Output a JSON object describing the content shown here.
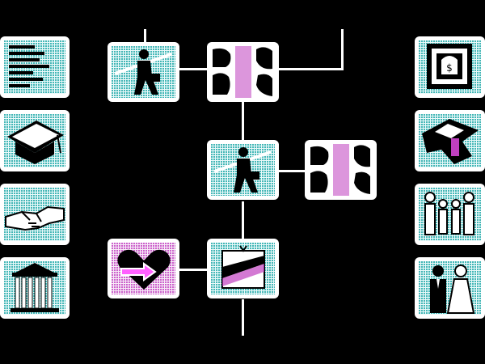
{
  "screen": "career-path-board",
  "colors": {
    "background": "#000000",
    "tile_frame": "#ffffff",
    "dither_cyan": "#1aa6a6",
    "dither_magenta": "#c040c0",
    "ink": "#000000"
  },
  "left_column_icons": [
    "bar-chart-icon",
    "graduation-cap-icon",
    "handshake-icon",
    "bank-building-icon"
  ],
  "right_column_icons": [
    "money-safe-icon",
    "money-wings-icon",
    "family-icon",
    "wedding-couple-icon"
  ],
  "board_tiles": [
    {
      "name": "businessman-walking",
      "icon": "businessman-icon"
    },
    {
      "name": "people-arguing",
      "icon": "arguing-faces-icon"
    },
    {
      "name": "businessman-walking-2",
      "icon": "businessman-icon"
    },
    {
      "name": "people-arguing-2",
      "icon": "arguing-faces-icon"
    },
    {
      "name": "heart-arrow",
      "icon": "heart-arrow-icon"
    },
    {
      "name": "diploma-certificate",
      "icon": "diploma-icon"
    }
  ]
}
